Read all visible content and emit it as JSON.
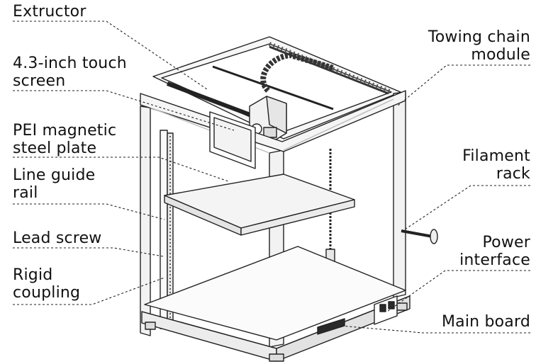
{
  "labels": {
    "extructor": "Extructor",
    "touch_screen_1": "4.3-inch touch",
    "touch_screen_2": "screen",
    "pei_1": "PEI magnetic",
    "pei_2": "steel plate",
    "line_guide_1": "Line guide",
    "line_guide_2": "rail",
    "lead_screw": "Lead screw",
    "rigid_1": "Rigid",
    "rigid_2": "coupling",
    "towing_1": "Towing chain",
    "towing_2": "module",
    "filament_1": "Filament",
    "filament_2": "rack",
    "power_1": "Power",
    "power_2": "interface",
    "main_board": "Main board"
  },
  "colors": {
    "line": "#222222",
    "text": "#111111",
    "frame_fill": "#f4f4f4",
    "dark": "#2a2a2a"
  }
}
